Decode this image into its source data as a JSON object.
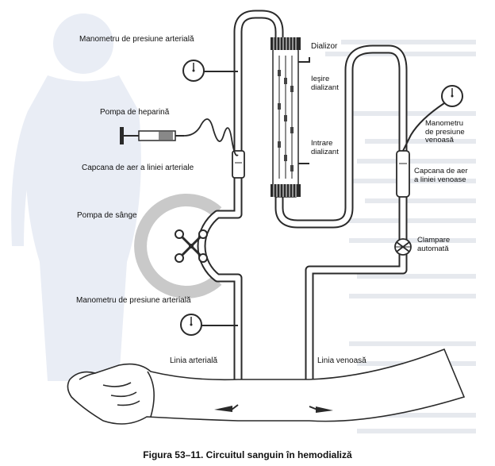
{
  "labels": {
    "manometer_arterial_top": "Manometru de presiune arterială",
    "heparin_pump": "Pompa de heparină",
    "arterial_air_trap": "Capcana de aer a liniei arteriale",
    "blood_pump": "Pompa de sânge",
    "manometer_arterial_bottom": "Manometru de presiune arterială",
    "arterial_line": "Linia arterială",
    "dialyzer": "Dializor",
    "dialysate_out": "Ieşire\ndializant",
    "dialysate_in": "Intrare\ndializant",
    "manometer_venous": "Manometru\nde presiune\nvenoasă",
    "venous_air_trap": "Capcana de aer\na liniei venoase",
    "auto_clamp": "Clampare\nautomată",
    "venous_line": "Linia venoasă"
  },
  "caption": "Figura 53–11. Circuitul sanguin în hemodializă",
  "colors": {
    "tube": "#8f8f8f",
    "tube_inner": "#ffffff",
    "outline": "#2a2a2a",
    "ghost": "#e7ebf3",
    "pump_arc": "#c8c8c8"
  }
}
